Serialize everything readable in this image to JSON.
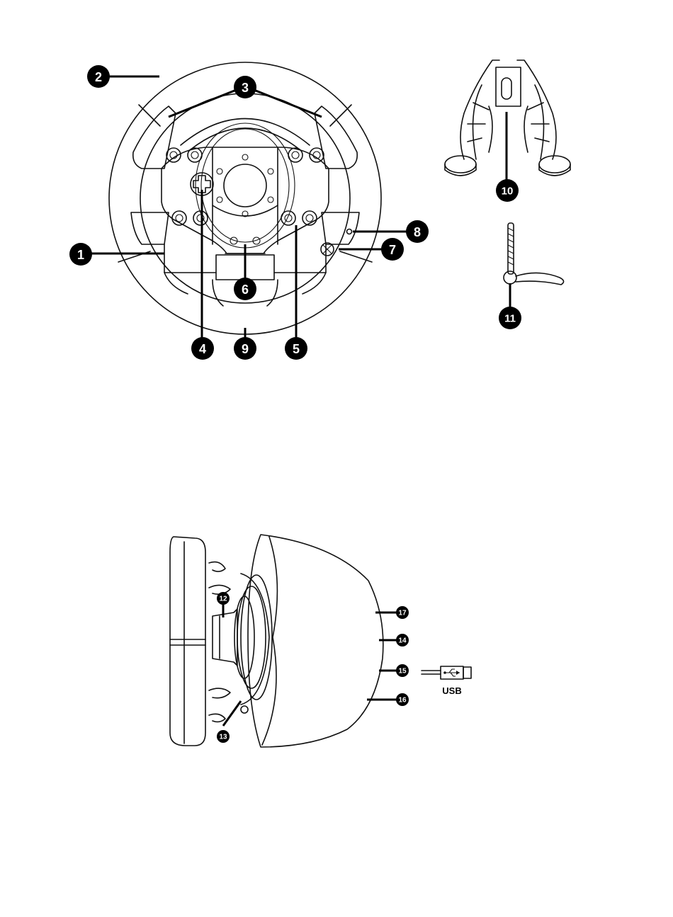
{
  "callouts": {
    "c1": "1",
    "c2": "2",
    "c3": "3",
    "c4": "4",
    "c5": "5",
    "c6": "6",
    "c7": "7",
    "c8": "8",
    "c9": "9",
    "c10": "10",
    "c11": "11",
    "c12": "12",
    "c13": "13",
    "c14": "14",
    "c15": "15",
    "c16": "16",
    "c17": "17"
  },
  "usb_label": "USB",
  "icons": {
    "xbox": "xbox-logo-icon",
    "usb": "usb-symbol-icon",
    "dpad": "dpad-icon"
  },
  "colors": {
    "line": "#111111",
    "badge": "#000000",
    "background": "#ffffff"
  }
}
